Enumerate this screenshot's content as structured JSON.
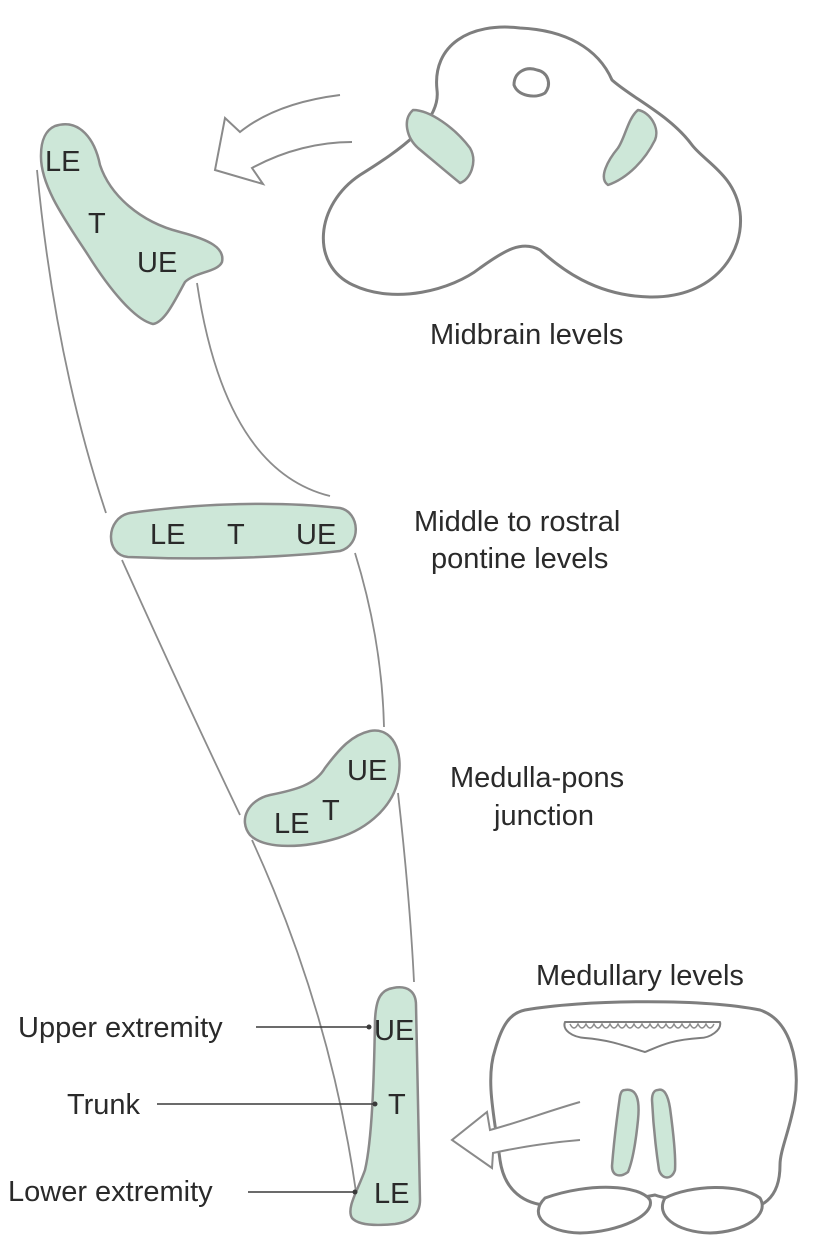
{
  "labels": {
    "midbrain": "Midbrain levels",
    "pontine_line1": "Middle to rostral",
    "pontine_line2": "pontine levels",
    "junction_line1": "Medulla-pons",
    "junction_line2": "junction",
    "medullary": "Medullary levels",
    "upper_extremity": "Upper extremity",
    "trunk": "Trunk",
    "lower_extremity": "Lower extremity"
  },
  "abbrev": {
    "le": "LE",
    "t": "T",
    "ue": "UE"
  },
  "colors": {
    "tract_fill": "#cde7d8",
    "outline": "#7e7e7e",
    "text": "#2a2a2a"
  }
}
